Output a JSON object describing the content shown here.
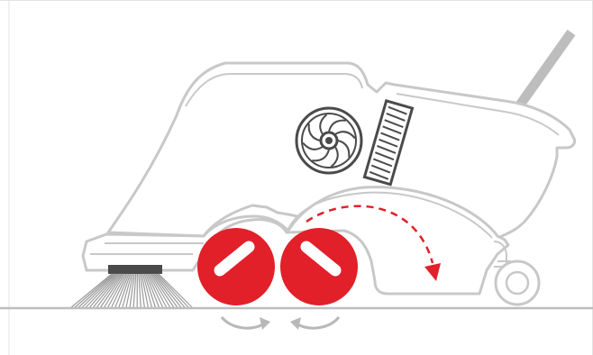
{
  "figure": {
    "subject": "sweeper-machine-cross-section",
    "colors": {
      "outline": "#c8c8c8",
      "brush_red": "#e1202a",
      "dark_part": "#4a4a4a",
      "arrow_gray": "#b8b8b8",
      "floor": "#bdbdbd"
    },
    "parts": [
      "machine-body",
      "handle",
      "fan",
      "filter",
      "side-brush",
      "front-roller-brush",
      "rear-roller-brush",
      "hopper",
      "rear-wheel",
      "floor-line",
      "debris-path-arrow",
      "rotation-arrows"
    ]
  }
}
